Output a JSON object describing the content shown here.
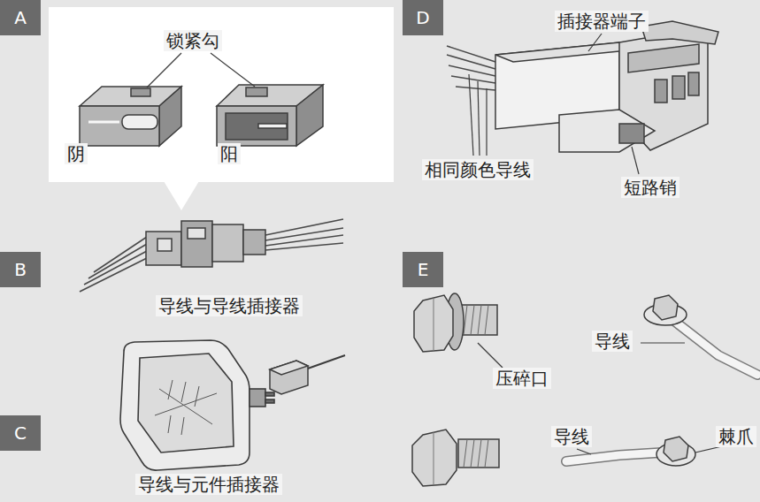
{
  "diagram": {
    "nodes": [
      {
        "text": [
          "A"
        ]
      },
      {
        "text": [
          "D"
        ]
      },
      {
        "text": [
          "B"
        ]
      },
      {
        "text": [
          "E"
        ]
      },
      {
        "text": [
          "C"
        ]
      }
    ],
    "labels": [
      "锁紧勾",
      "阴",
      "阳",
      "插接器端子",
      "相同颜色导线",
      "短路销",
      "导线与导线插接器",
      "导线",
      "压碎口",
      "导线",
      "棘爪",
      "导线与元件插接器"
    ]
  }
}
